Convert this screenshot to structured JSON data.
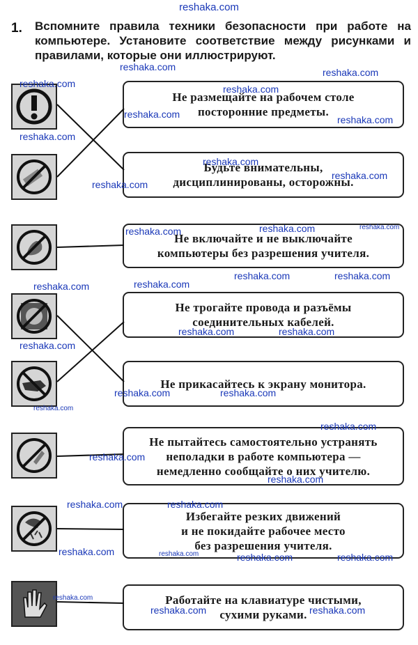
{
  "header": {
    "site": "reshaka.com"
  },
  "task": {
    "number": "1.",
    "text": "Вспомните правила техники безопасности при работе на компьютере. Установите соответствие между рисунками и правилами, которые они иллюстрируют."
  },
  "icons": [
    {
      "name": "exclamation-sign-icon"
    },
    {
      "name": "no-items-on-desk-icon"
    },
    {
      "name": "no-power-switch-icon"
    },
    {
      "name": "no-touch-cables-icon"
    },
    {
      "name": "no-touch-screen-icon"
    },
    {
      "name": "no-self-repair-icon"
    },
    {
      "name": "no-sudden-movements-icon"
    },
    {
      "name": "clean-dry-hands-icon"
    }
  ],
  "rules": [
    {
      "lines": [
        "Не размещайте на рабочем столе",
        "посторонние предметы."
      ]
    },
    {
      "lines": [
        "Будьте внимательны,",
        "дисциплинированы, осторожны."
      ]
    },
    {
      "lines": [
        "Не включайте и не выключайте",
        "компьютеры без разрешения учителя."
      ]
    },
    {
      "lines": [
        "Не трогайте провода и разъёмы",
        "соединительных кабелей."
      ]
    },
    {
      "lines": [
        "Не прикасайтесь к экрану монитора."
      ]
    },
    {
      "lines": [
        "Не пытайтесь самостоятельно устранять",
        "неполадки в работе компьютера —",
        "немедленно сообщайте о них учителю."
      ]
    },
    {
      "lines": [
        "Избегайте резких движений",
        "и не покидайте рабочее место",
        "без разрешения учителя."
      ]
    },
    {
      "lines": [
        "Работайте на клавиатуре чистыми,",
        "сухими руками."
      ]
    }
  ],
  "matches": [
    {
      "icon": 1,
      "rule": 2
    },
    {
      "icon": 2,
      "rule": 1
    },
    {
      "icon": 3,
      "rule": 3
    },
    {
      "icon": 4,
      "rule": 5
    },
    {
      "icon": 5,
      "rule": 4
    },
    {
      "icon": 6,
      "rule": 6
    },
    {
      "icon": 7,
      "rule": 7
    },
    {
      "icon": 8,
      "rule": 8
    }
  ],
  "watermark": {
    "text": "reshaka.com"
  }
}
